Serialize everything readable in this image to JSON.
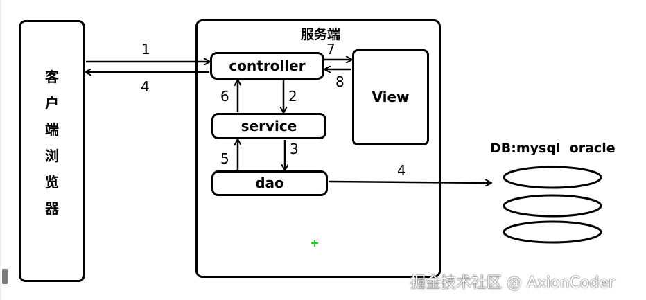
{
  "client": {
    "label_chars": [
      "客",
      "户",
      "端",
      "浏",
      "览",
      "器"
    ]
  },
  "server": {
    "title": "服务端"
  },
  "components": {
    "controller": "controller",
    "service": "service",
    "dao": "dao",
    "view": "View"
  },
  "database": {
    "title": "DB:mysql  oracle"
  },
  "steps": {
    "s1": "1",
    "s2": "2",
    "s3": "3",
    "s4": "4",
    "s5": "5",
    "s6": "6",
    "s7": "7",
    "s8": "8",
    "s4_return": "4"
  },
  "watermark": "掘金技术社区 @ AxionCoder",
  "colors": {
    "stroke": "#000000",
    "cursor": "#22cc22"
  },
  "icons": {
    "cursor": "green-crosshair-icon"
  }
}
